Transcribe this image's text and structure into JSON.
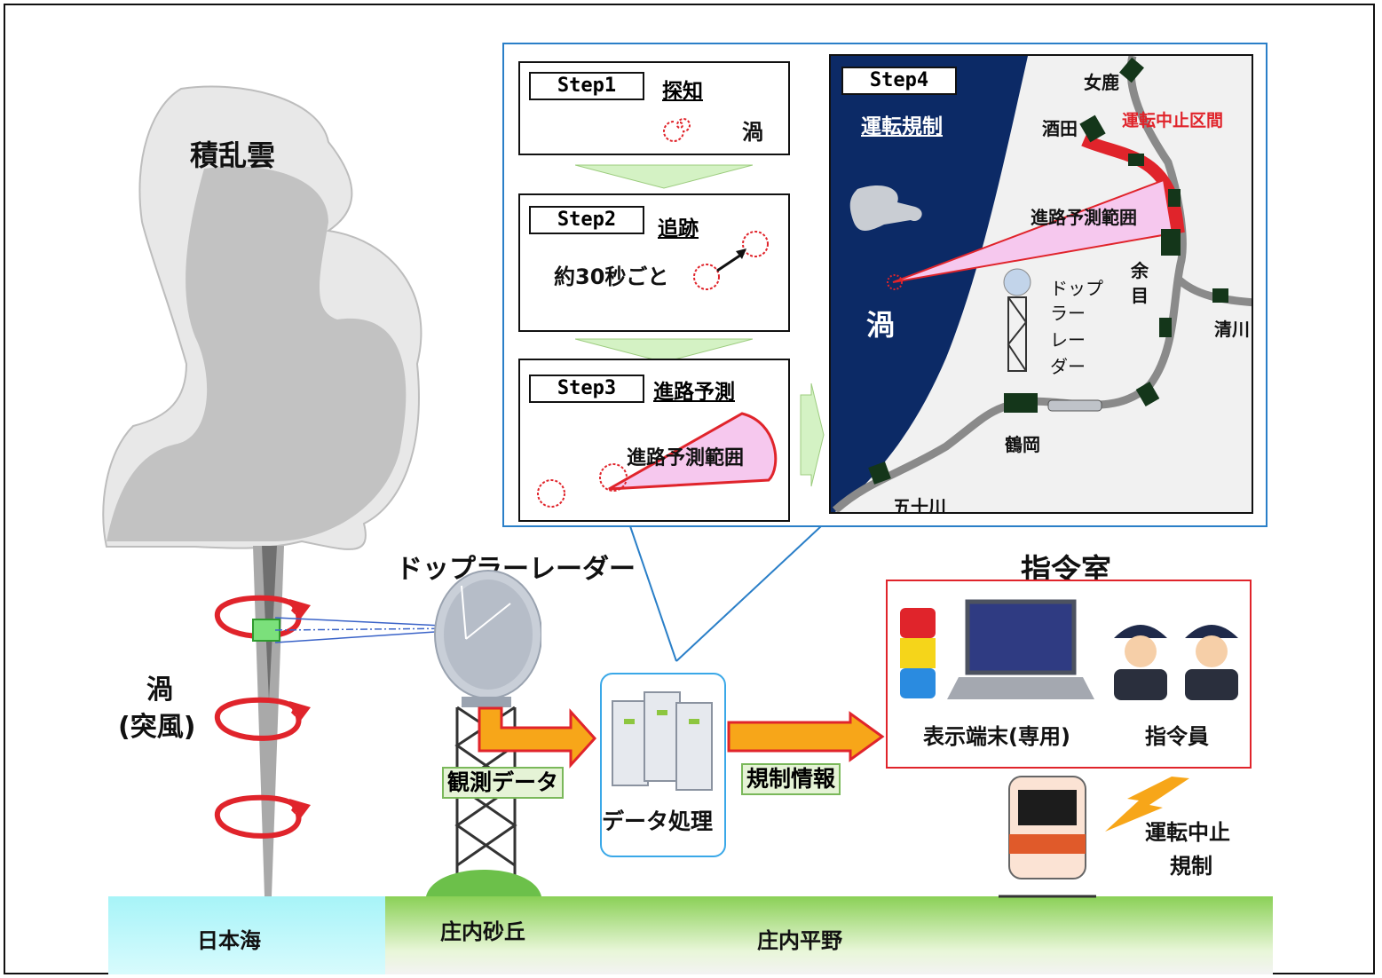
{
  "cloud": {
    "label": "積乱雲"
  },
  "vortex": {
    "label_line1": "渦",
    "label_line2": "(突風)"
  },
  "radar": {
    "label": "ドップラーレーダー"
  },
  "flow": {
    "observation": "観測データ",
    "processing": "データ処理",
    "regulation": "規制情報"
  },
  "control_room": {
    "title": "指令室",
    "terminal": "表示端末(専用)",
    "dispatcher": "指令員"
  },
  "train": {
    "label_line1": "運転中止",
    "label_line2": "規制"
  },
  "ground": {
    "sea": "日本海",
    "dune": "庄内砂丘",
    "plain": "庄内平野"
  },
  "steps": [
    {
      "tag": "Step1",
      "name": "探知",
      "note": "渦"
    },
    {
      "tag": "Step2",
      "name": "追跡",
      "note": "約30秒ごと"
    },
    {
      "tag": "Step3",
      "name": "進路予測",
      "note": "進路予測範囲"
    },
    {
      "tag": "Step4",
      "name": "運転規制"
    }
  ],
  "map": {
    "vortex": "渦",
    "forecast_range": "進路予測範囲",
    "radar_label": [
      "ドップ",
      "ラー",
      "レー",
      "ダー"
    ],
    "suspended_section": "運転中止区間",
    "stations": {
      "onnagawa": "女鹿",
      "sakata": "酒田",
      "amarume_1": "余",
      "amarume_2": "目",
      "kiyokawa": "清川",
      "tsuruoka": "鶴岡",
      "isogawa": "五十川"
    }
  },
  "colors": {
    "accent_red": "#e0242b",
    "sea_blue": "#0c2a66",
    "map_frame": "#2a7fc8",
    "arrow_orange": "#f7a619"
  }
}
